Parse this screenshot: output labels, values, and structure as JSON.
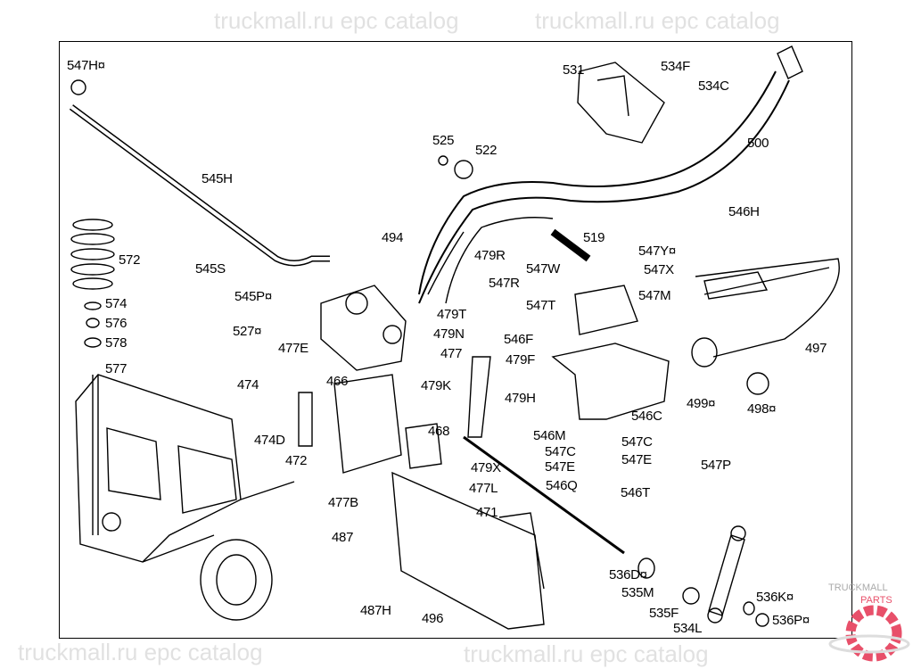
{
  "diagram": {
    "labels": [
      "547H¤",
      "545H",
      "572",
      "545S",
      "545P¤",
      "574",
      "576",
      "578",
      "577",
      "527¤",
      "477E",
      "494",
      "525",
      "522",
      "531",
      "534F",
      "534C",
      "500",
      "546H",
      "519",
      "547Y¤",
      "547X",
      "547W",
      "479R",
      "547R",
      "547T",
      "547M",
      "479T",
      "479N",
      "477",
      "546F",
      "479F",
      "479K",
      "479H",
      "466",
      "474",
      "474D",
      "472",
      "468",
      "479X",
      "477L",
      "477B",
      "487",
      "471",
      "546M",
      "547C",
      "547C",
      "547E",
      "547E",
      "546Q",
      "546T",
      "546C",
      "547P",
      "499¤",
      "498¤",
      "497",
      "536D¤",
      "535M",
      "535F",
      "534L",
      "536K¤",
      "536P¤",
      "487H",
      "496"
    ]
  },
  "watermark": {
    "text": "truckmall.ru epc catalog",
    "color": "#c9c9c9"
  },
  "logo": {
    "text": "TRUCKMALLPARTS",
    "color": "#e8506a"
  }
}
